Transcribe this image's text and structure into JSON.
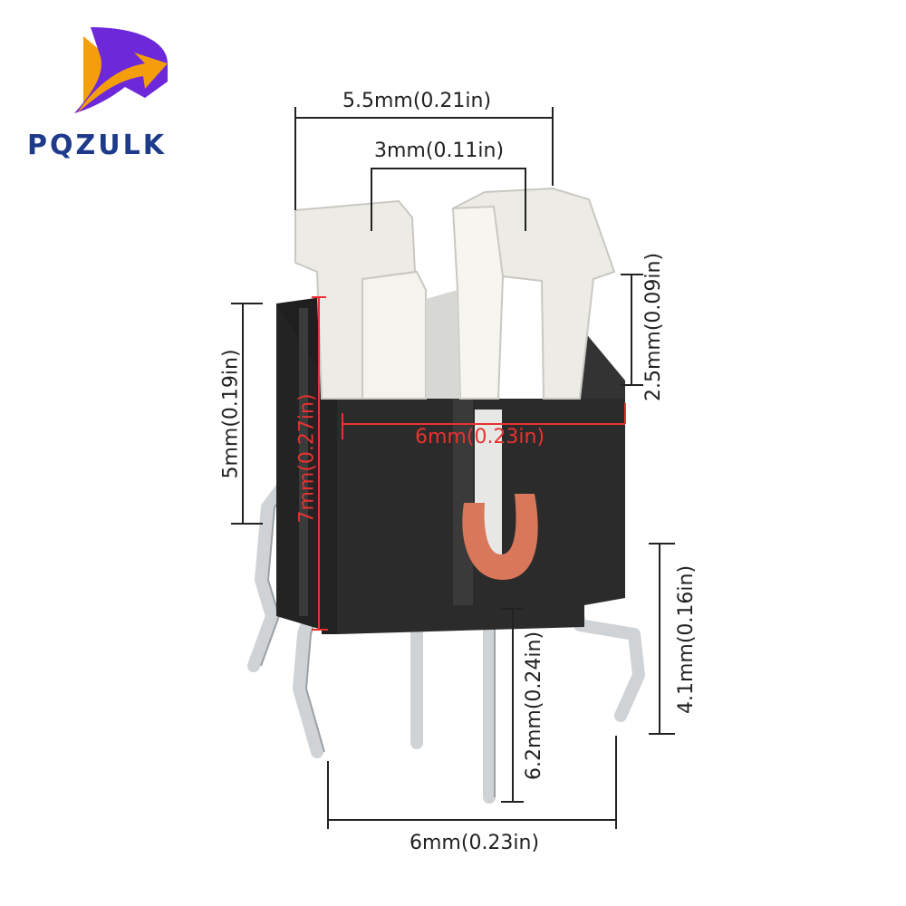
{
  "brand": {
    "name": "PQZULK",
    "colors": {
      "text": "#1e3a8a",
      "arrow_orange": "#f59e0b",
      "arrow_purple": "#6d28d9"
    }
  },
  "product": {
    "description_icon": "tactile-switch-photo",
    "body_color": "#2b2b2b",
    "cap_color": "#ededea",
    "pin_color": "#cfd3d6",
    "led_contact_color": "#d9775a"
  },
  "dimensions": {
    "top_width": "5.5mm(0.21in)",
    "cap_gap": "3mm(0.11in)",
    "cap_height": "2.5mm(0.09in)",
    "body_height": "5mm(0.19in)",
    "total_height": "7mm(0.27in)",
    "body_width": "6mm(0.23in)",
    "pin_spread": "4.1mm(0.16in)",
    "pin_length": "6.2mm(0.24in)",
    "bottom_width": "6mm(0.23in)"
  },
  "colors": {
    "dim_line": "#222222",
    "dim_red": "#e8322f"
  }
}
